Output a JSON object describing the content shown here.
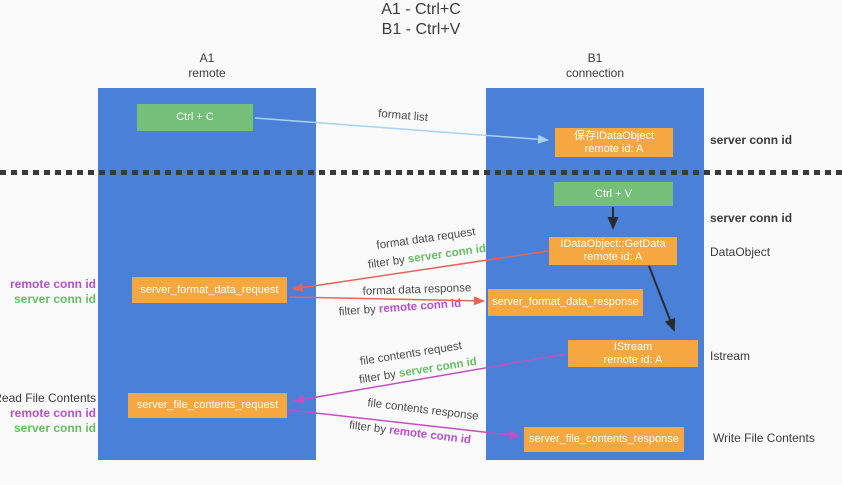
{
  "title": {
    "line1": "A1 - Ctrl+C",
    "line2": "B1 - Ctrl+V"
  },
  "columns": {
    "left": {
      "name": "A1",
      "role": "remote"
    },
    "right": {
      "name": "B1",
      "role": "connection"
    }
  },
  "nodes": {
    "ctrl_c": {
      "label": "Ctrl + C"
    },
    "ctrl_v": {
      "label": "Ctrl + V"
    },
    "save_dataobject": {
      "line1": "保存IDataObject",
      "line2": "remote id: A"
    },
    "getdata": {
      "line1": "IDataObject::GetData",
      "line2": "remote id: A"
    },
    "istream": {
      "line1": "IStream",
      "line2": "remote id: A"
    },
    "server_format_data_request": {
      "label": "server_format_data_request"
    },
    "server_format_data_response": {
      "label": "server_format_data_response"
    },
    "server_file_contents_request": {
      "label": "server_file_contents_request"
    },
    "server_file_contents_response": {
      "label": "server_file_contents_response"
    }
  },
  "flows": {
    "format_list": {
      "label": "format list"
    },
    "format_data_request": {
      "label": "format data request",
      "filter_prefix": "filter by",
      "filter_key": "server conn id"
    },
    "format_data_response": {
      "label": "format data response",
      "filter_prefix": "filter by",
      "filter_key": "remote conn id"
    },
    "file_contents_request": {
      "label": "file contents request",
      "filter_prefix": "filter by",
      "filter_key": "server conn id"
    },
    "file_contents_response": {
      "label": "file contents response",
      "filter_prefix": "filter by",
      "filter_key": "remote conn id"
    }
  },
  "side_labels": {
    "left_format": {
      "remote": "remote conn id",
      "server": "server conn id"
    },
    "left_file": {
      "title": "Read File Contents",
      "remote": "remote conn id",
      "server": "server conn id"
    },
    "right_server_top": "server conn id",
    "right_server_mid": "server conn id",
    "right_dataobject": "DataObject",
    "right_istream": "Istream",
    "right_write": "Write File Contents"
  },
  "colors": {
    "column_blue": "#4a80d8",
    "box_green": "#76bf78",
    "box_orange": "#f6a73f",
    "arrow_red": "#e96358",
    "arrow_magenta": "#c44fc4",
    "arrow_light_blue": "#a7d3f0",
    "arrow_black": "#2b2b2b",
    "text_green": "#67bd67",
    "text_purple": "#b650cc"
  }
}
